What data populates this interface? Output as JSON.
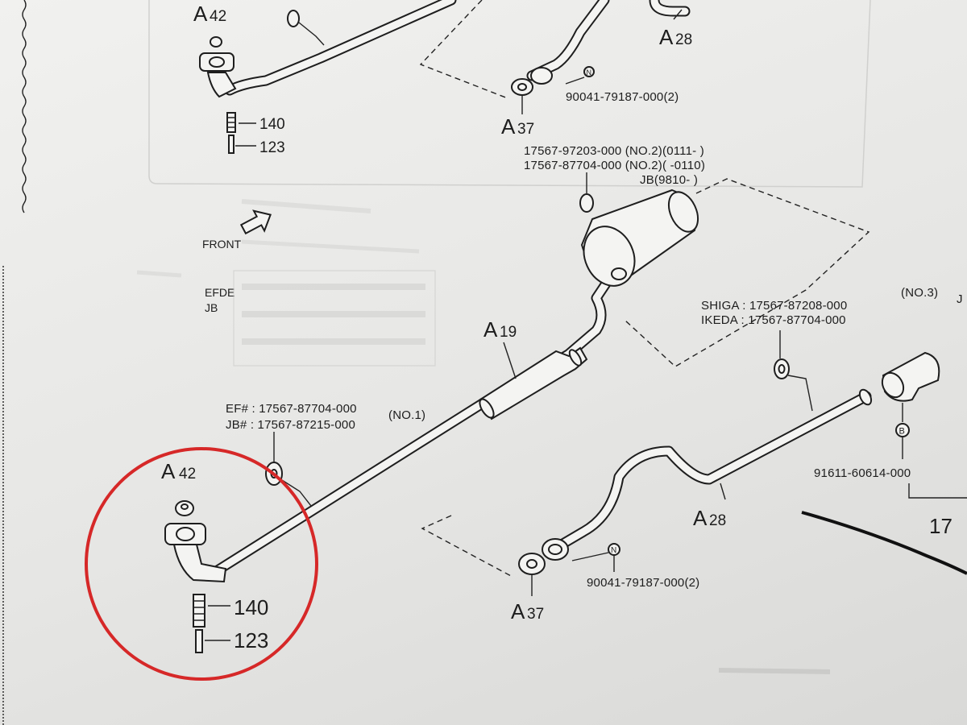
{
  "labels": {
    "top_a42": "42",
    "top_140": "140",
    "top_123": "123",
    "top_a28": "28",
    "top_a37": "37",
    "top_pn": "90041-79187-000(2)",
    "pn_no2_a": "17567-97203-000 (NO.2)(0111-   )",
    "pn_no2_b": "17567-87704-000 (NO.2)(    -0110)",
    "pn_jb": "JB(9810-   )",
    "front": "FRONT",
    "efde": "EFDE",
    "jb": "JB",
    "a19": "19",
    "shiga": "SHIGA : 17567-87208-000",
    "no3": "(NO.3)",
    "ikeda": "IKEDA : 17567-87704-000",
    "ef": "EF# : 17567-87704-000",
    "jbno1": "JB# : 17567-87215-000",
    "no1": "(NO.1)",
    "a42": "42",
    "a28": "28",
    "a37": "37",
    "pn_n": "90041-79187-000(2)",
    "n_marker": "N",
    "b_marker": "B",
    "pn_b": "91611-60614-000",
    "edge_17": "17",
    "letter_a": "A",
    "j_edge": "J"
  },
  "callouts": {
    "circle": {
      "color": "#d62828"
    }
  }
}
